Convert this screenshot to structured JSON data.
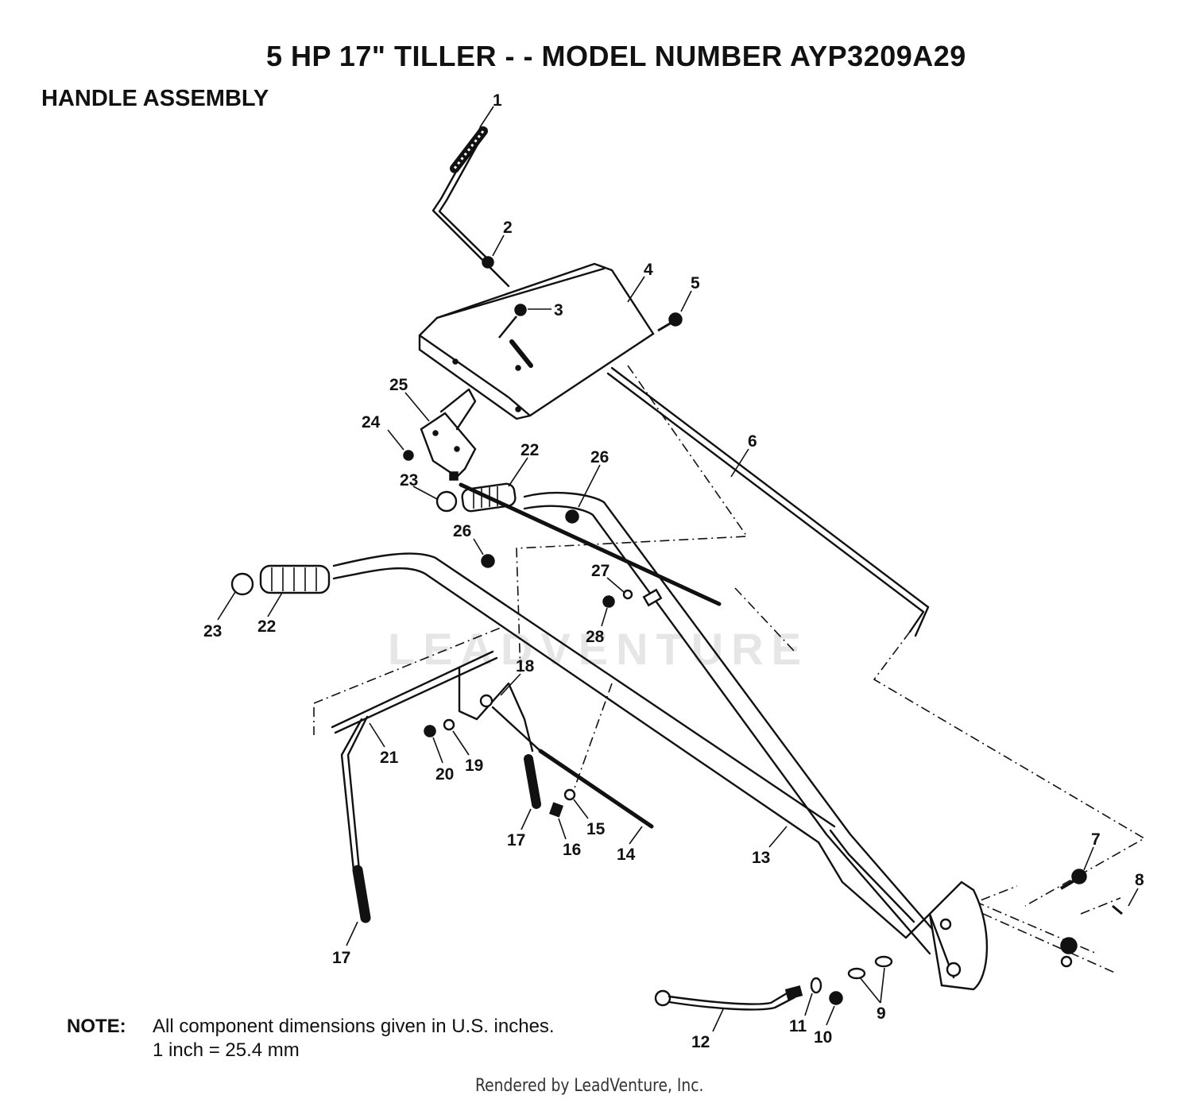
{
  "title": "5 HP  17\" TILLER - - MODEL NUMBER AYP3209A29",
  "subtitle": "HANDLE ASSEMBLY",
  "note": {
    "label": "NOTE:",
    "line1": "All component dimensions given in U.S. inches.",
    "line2": "1 inch = 25.4 mm"
  },
  "footer": "Rendered by LeadVenture, Inc.",
  "watermark": "LEADVENTURE",
  "callouts": {
    "c1": "1",
    "c2": "2",
    "c3": "3",
    "c4": "4",
    "c5": "5",
    "c6": "6",
    "c7": "7",
    "c8": "8",
    "c9": "9",
    "c10": "10",
    "c11": "11",
    "c12": "12",
    "c13": "13",
    "c14": "14",
    "c15": "15",
    "c16": "16",
    "c17a": "17",
    "c17b": "17",
    "c18": "18",
    "c19": "19",
    "c20": "20",
    "c21": "21",
    "c22a": "22",
    "c22b": "22",
    "c23a": "23",
    "c23b": "23",
    "c24": "24",
    "c25": "25",
    "c26a": "26",
    "c26b": "26",
    "c27": "27",
    "c28": "28"
  }
}
